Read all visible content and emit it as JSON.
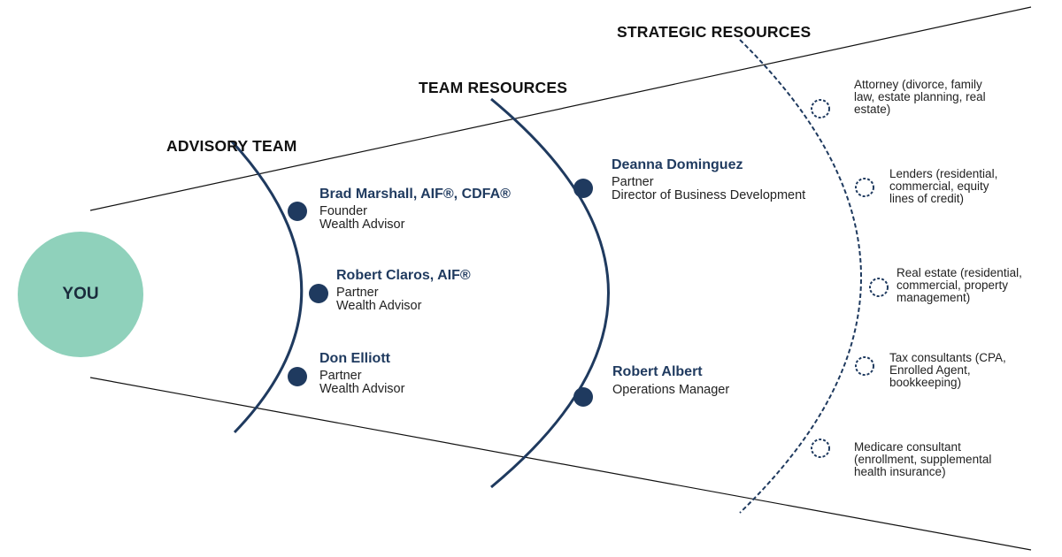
{
  "colors": {
    "navy": "#1f3a5f",
    "mint": "#8fd1bb",
    "text": "#222222"
  },
  "you": {
    "label": "YOU"
  },
  "sections": {
    "advisory": "ADVISORY TEAM",
    "team": "TEAM RESOURCES",
    "strategic": "STRATEGIC RESOURCES"
  },
  "advisory_team": [
    {
      "name": "Brad Marshall, AIF®, CDFA®",
      "roles": [
        "Founder",
        "Wealth Advisor"
      ]
    },
    {
      "name": "Robert Claros, AIF®",
      "roles": [
        "Partner",
        "Wealth Advisor"
      ]
    },
    {
      "name": "Don Elliott",
      "roles": [
        "Partner",
        "Wealth Advisor"
      ]
    }
  ],
  "team_resources": [
    {
      "name": "Deanna Dominguez",
      "roles": [
        "Partner",
        "Director of Business Development"
      ]
    },
    {
      "name": "Robert Albert",
      "roles": [
        "Operations Manager"
      ]
    }
  ],
  "strategic_resources": [
    {
      "lines": [
        "Attorney (divorce, family",
        "law, estate planning, real",
        "estate)"
      ]
    },
    {
      "lines": [
        "Lenders (residential,",
        "commercial, equity",
        "lines of credit)"
      ]
    },
    {
      "lines": [
        "Real estate (residential,",
        "commercial, property",
        "management)"
      ]
    },
    {
      "lines": [
        "Tax consultants (CPA,",
        "Enrolled Agent,",
        "bookkeeping)"
      ]
    },
    {
      "lines": [
        "Medicare consultant",
        "(enrollment, supplemental",
        "health insurance)"
      ]
    }
  ]
}
